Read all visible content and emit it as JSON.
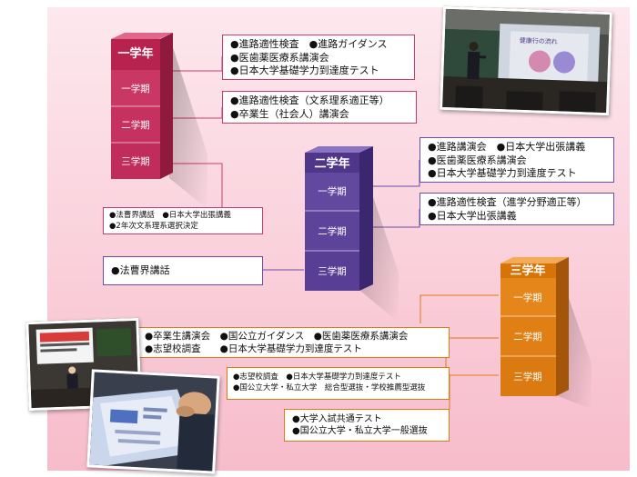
{
  "towers": {
    "y1": {
      "title": "一学年",
      "terms": [
        "一学期",
        "二学期",
        "三学期"
      ],
      "color": "#c72f5f"
    },
    "y2": {
      "title": "二学年",
      "terms": [
        "一学期",
        "二学期",
        "三学期"
      ],
      "color": "#5e4399"
    },
    "y3": {
      "title": "三学年",
      "terms": [
        "一学期",
        "二学期",
        "三学期"
      ],
      "color": "#e38411"
    }
  },
  "boxes": {
    "y1_t1": [
      "●進路適性検査　●進路ガイダンス",
      "●医歯薬医療系講演会",
      "●日本大学基礎学力到達度テスト"
    ],
    "y1_t2": [
      "●進路適性検査（文系理系適正等）",
      "●卒業生（社会人）講演会"
    ],
    "y1_t3": [
      "●法曹界講話　●日本大学出張講義",
      "●2年次文系理系選択決定"
    ],
    "y2_t1": [
      "●進路講演会　●日本大学出張講義",
      "●医歯薬医療系講演会",
      "●日本大学基礎学力到達度テスト"
    ],
    "y2_t2": [
      "●進路適性検査（進学分野適正等）",
      "●日本大学出張講義"
    ],
    "y2_t3": [
      "●法曹界講話"
    ],
    "y3_t1": [
      "●卒業生講演会　●国公立ガイダンス　●医歯薬医療系講演会",
      "●志望校調査　　●日本大学基礎学力到達度テスト"
    ],
    "y3_t2": [
      "●志望校調査　●日本大学基礎学力到達度テスト",
      "●国公立大学・私立大学　総合型選抜・学校推薦型選抜"
    ],
    "y3_t3": [
      "●大学入試共通テスト",
      "●国公立大学・私立大学一般選抜"
    ]
  },
  "photo": {
    "slide_title": "健康行の流れ"
  }
}
